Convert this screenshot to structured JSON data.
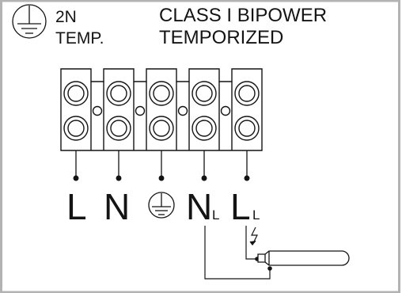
{
  "header": {
    "earth_icon": "earth-ground-icon",
    "code_line1": "2N",
    "code_line2": "TEMP.",
    "title_line1": "CLASS I BIPOWER",
    "title_line2": "TEMPORIZED"
  },
  "terminals": [
    {
      "label": "L",
      "sub": ""
    },
    {
      "label": "N",
      "sub": ""
    },
    {
      "label": "",
      "sub": "",
      "icon": "earth-ground-icon"
    },
    {
      "label": "N",
      "sub": "L"
    },
    {
      "label": "L",
      "sub": "L"
    }
  ],
  "components": {
    "switch_icon": "lightning-icon",
    "device_icon": "pushbutton-probe-icon"
  },
  "colors": {
    "stroke": "#141414",
    "border": "#b3b3b3"
  }
}
